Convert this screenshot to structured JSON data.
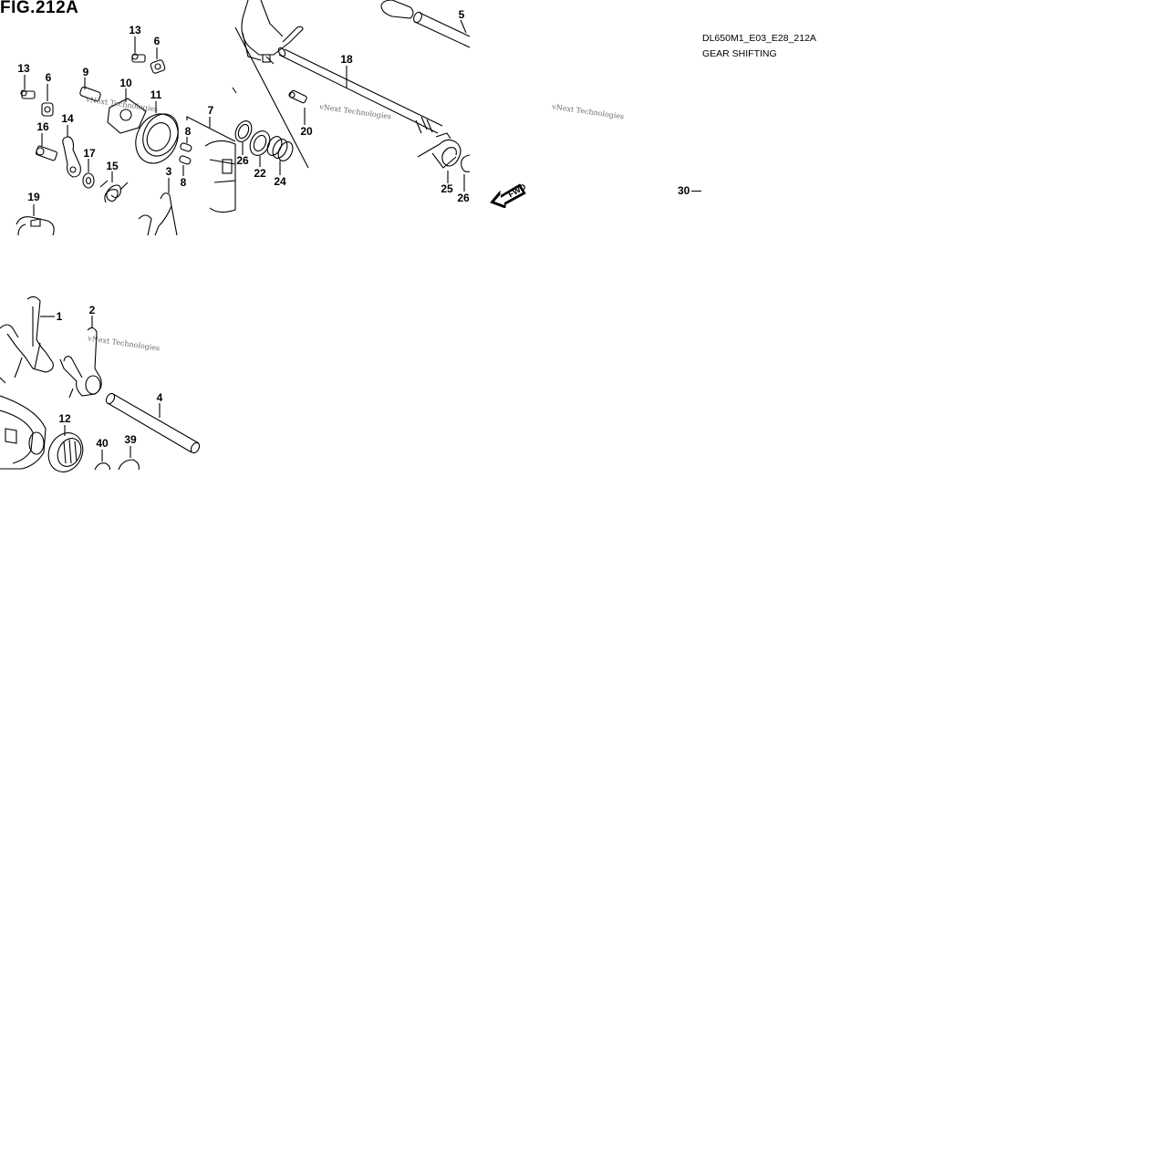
{
  "figure": {
    "title": "FIG.212A",
    "code": "DL650M1_E03_E28_212A",
    "name": "GEAR SHIFTING"
  },
  "callout_30": "30",
  "direction_label": "FWD",
  "watermark": "vNext Technologies",
  "parts_upper": [
    {
      "id": "13a",
      "number": "13"
    },
    {
      "id": "6a",
      "number": "6"
    },
    {
      "id": "13b",
      "number": "13"
    },
    {
      "id": "6b",
      "number": "6"
    },
    {
      "id": "9",
      "number": "9"
    },
    {
      "id": "10",
      "number": "10"
    },
    {
      "id": "11",
      "number": "11"
    },
    {
      "id": "7",
      "number": "7"
    },
    {
      "id": "16",
      "number": "16"
    },
    {
      "id": "14",
      "number": "14"
    },
    {
      "id": "17",
      "number": "17"
    },
    {
      "id": "15",
      "number": "15"
    },
    {
      "id": "3",
      "number": "3"
    },
    {
      "id": "8a",
      "number": "8"
    },
    {
      "id": "8b",
      "number": "8"
    },
    {
      "id": "19",
      "number": "19"
    },
    {
      "id": "26a",
      "number": "26"
    },
    {
      "id": "22",
      "number": "22"
    },
    {
      "id": "24",
      "number": "24"
    },
    {
      "id": "20",
      "number": "20"
    },
    {
      "id": "18",
      "number": "18"
    },
    {
      "id": "5",
      "number": "5"
    },
    {
      "id": "25",
      "number": "25"
    },
    {
      "id": "26b",
      "number": "26"
    }
  ],
  "parts_lower": [
    {
      "id": "1",
      "number": "1"
    },
    {
      "id": "2",
      "number": "2"
    },
    {
      "id": "4",
      "number": "4"
    },
    {
      "id": "12",
      "number": "12"
    },
    {
      "id": "40",
      "number": "40"
    },
    {
      "id": "39",
      "number": "39"
    }
  ]
}
